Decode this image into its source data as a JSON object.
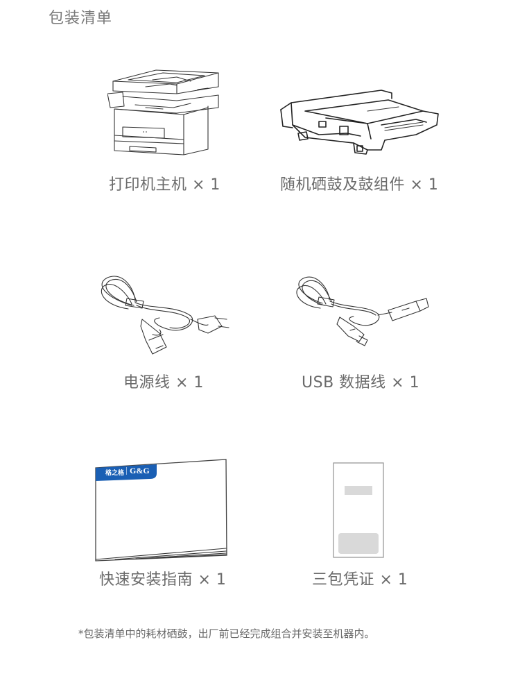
{
  "page": {
    "title": "包装清单",
    "note": "*包装清单中的耗材硒鼓，出厂前已经完成组合并安装至机器内。"
  },
  "items": [
    {
      "name": "打印机主机",
      "qty": "× 1",
      "label": "打印机主机 × 1",
      "icon": "printer-icon"
    },
    {
      "name": "随机硒鼓及鼓组件",
      "qty": "× 1",
      "label": "随机硒鼓及鼓组件 × 1",
      "icon": "toner-drum-icon"
    },
    {
      "name": "电源线",
      "qty": "× 1",
      "label": "电源线 × 1",
      "icon": "power-cord-icon"
    },
    {
      "name": "USB 数据线",
      "qty": "× 1",
      "label": "USB 数据线 × 1",
      "icon": "usb-cable-icon"
    },
    {
      "name": "快速安装指南",
      "qty": "× 1",
      "label": "快速安装指南 × 1",
      "icon": "quick-guide-icon"
    },
    {
      "name": "三包凭证",
      "qty": "× 1",
      "label": "三包凭证 × 1",
      "icon": "warranty-card-icon"
    }
  ],
  "guide_banner": {
    "brand_cn": "格之格",
    "brand_en": "G&G",
    "color": "#1a5fb4"
  },
  "colors": {
    "text": "#6a6a6a",
    "placeholder_gray": "#d9d9d9"
  }
}
